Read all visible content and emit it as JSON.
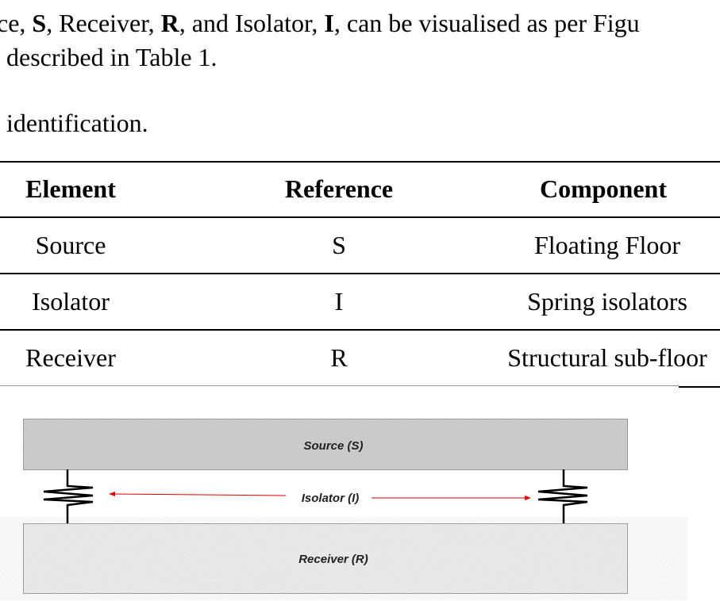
{
  "paragraph": {
    "line1_parts": [
      "ce, ",
      "S",
      ", Receiver, ",
      "R",
      ", and Isolator, ",
      "I",
      ", can be visualised as per Figu"
    ],
    "line2": "described in Table 1."
  },
  "table_caption": "identification.",
  "table": {
    "headers": [
      "Element",
      "Reference",
      "Component"
    ],
    "rows": [
      [
        "Source",
        "S",
        "Floating Floor"
      ],
      [
        "Isolator",
        "I",
        "Spring isolators"
      ],
      [
        "Receiver",
        "R",
        "Structural sub-floor"
      ]
    ]
  },
  "figure": {
    "source_label": "Source (S)",
    "isolator_label": "Isolator (I)",
    "receiver_label": "Receiver (R)",
    "arrow_color": "#e00000"
  }
}
